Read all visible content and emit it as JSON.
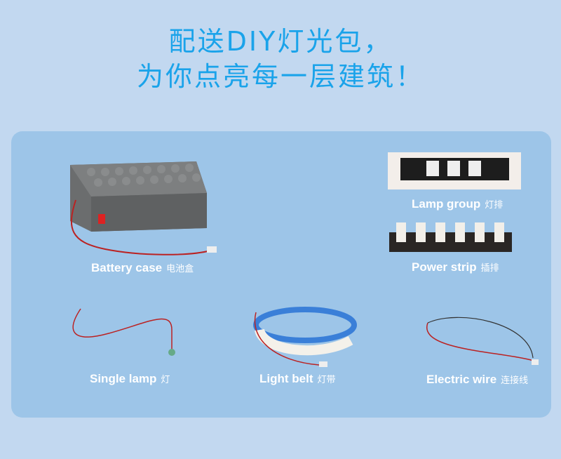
{
  "headline": {
    "line1": "配送DIY灯光包，",
    "line2": "为你点亮每一层建筑！"
  },
  "colors": {
    "title": "#1aa3ea",
    "background": "#c2d8f0",
    "panel": "#9dc5e8"
  },
  "items": [
    {
      "en": "Battery case",
      "cn": "电池盒"
    },
    {
      "en": "Lamp group",
      "cn": "灯排"
    },
    {
      "en": "Power strip",
      "cn": "插排"
    },
    {
      "en": "Single lamp",
      "cn": "灯"
    },
    {
      "en": "Light belt",
      "cn": "灯带"
    },
    {
      "en": "Electric wire",
      "cn": "连接线"
    }
  ]
}
